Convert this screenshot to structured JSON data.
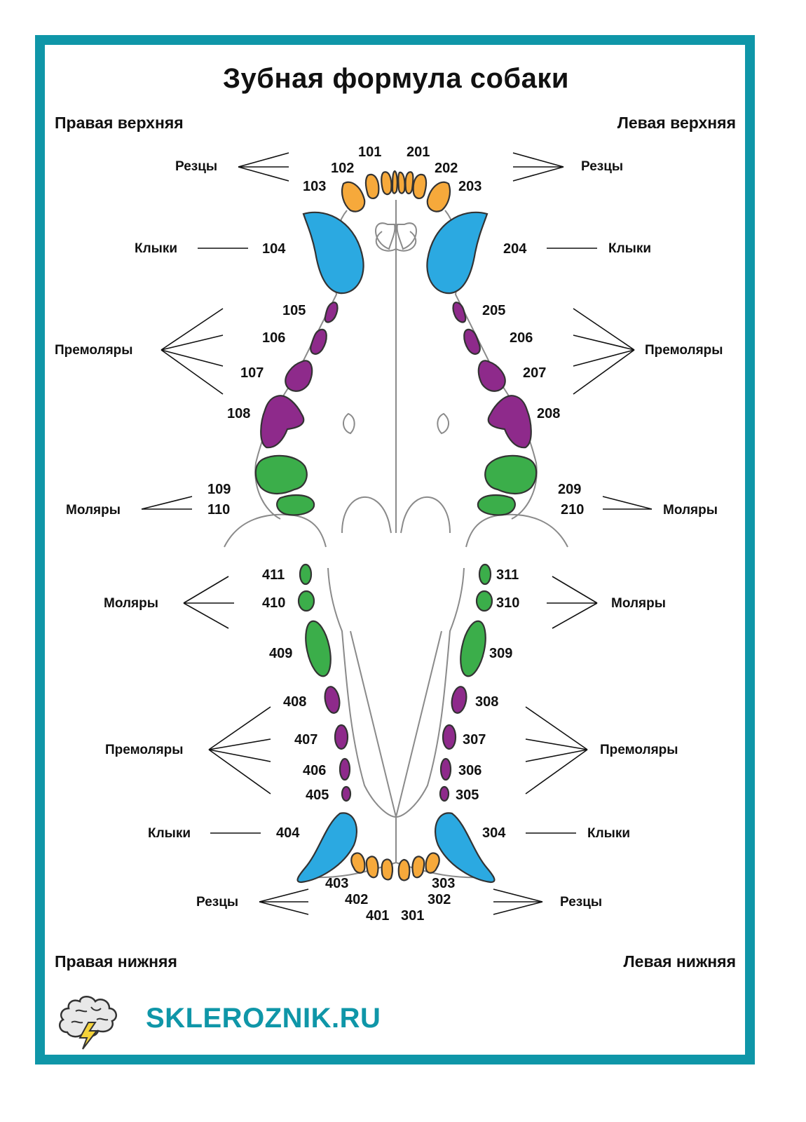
{
  "title": "Зубная формула собаки",
  "quadrants": {
    "upper_right": "Правая верхняя",
    "upper_left": "Левая верхняя",
    "lower_right": "Правая нижняя",
    "lower_left": "Левая нижняя"
  },
  "groups": {
    "incisors": "Резцы",
    "canines": "Клыки",
    "premolars": "Премоляры",
    "molars": "Моляры"
  },
  "teeth": {
    "t101": "101",
    "t102": "102",
    "t103": "103",
    "t104": "104",
    "t105": "105",
    "t106": "106",
    "t107": "107",
    "t108": "108",
    "t109": "109",
    "t110": "110",
    "t201": "201",
    "t202": "202",
    "t203": "203",
    "t204": "204",
    "t205": "205",
    "t206": "206",
    "t207": "207",
    "t208": "208",
    "t209": "209",
    "t210": "210",
    "t301": "301",
    "t302": "302",
    "t303": "303",
    "t304": "304",
    "t305": "305",
    "t306": "306",
    "t307": "307",
    "t308": "308",
    "t309": "309",
    "t310": "310",
    "t311": "311",
    "t401": "401",
    "t402": "402",
    "t403": "403",
    "t404": "404",
    "t405": "405",
    "t406": "406",
    "t407": "407",
    "t408": "408",
    "t409": "409",
    "t410": "410",
    "t411": "411"
  },
  "colors": {
    "frame": "#0F96A8",
    "incisor": "#F6A93B",
    "canine": "#2BA9E1",
    "premolar": "#8E2A8B",
    "molar": "#3BAE4A",
    "brand": "#0F96A8"
  },
  "brand": "SKLEROZNIK.RU",
  "logo_icon": "brain-lightning-icon"
}
